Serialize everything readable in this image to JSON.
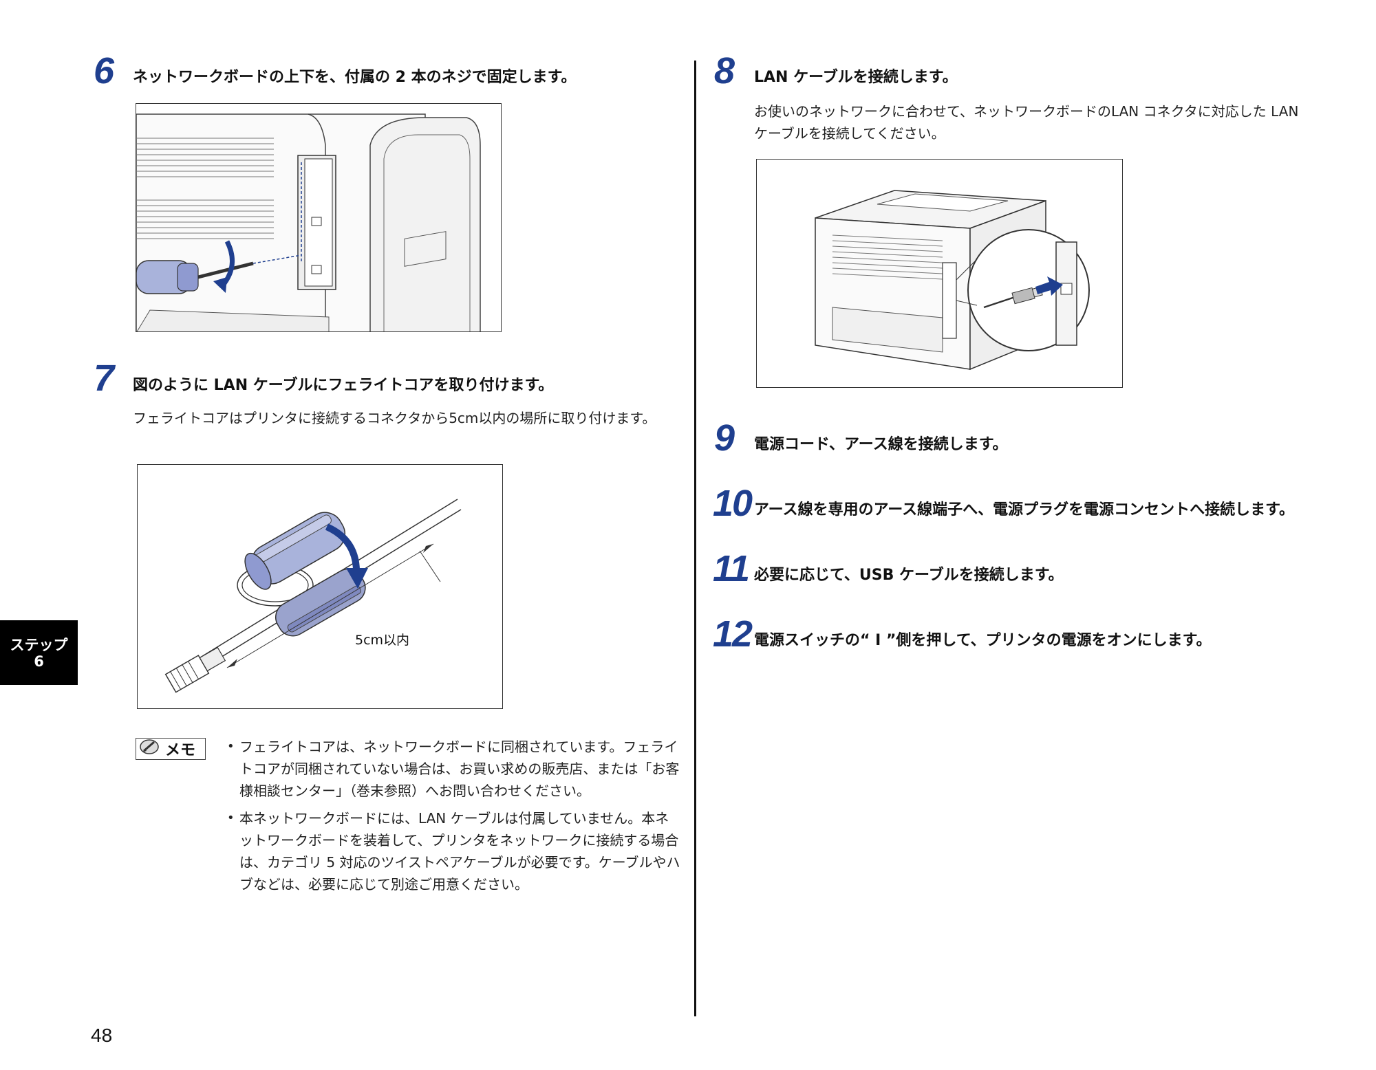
{
  "left": {
    "step6": {
      "num": "6",
      "title": "ネットワークボードの上下を、付属の 2 本のネジで固定します。"
    },
    "step7": {
      "num": "7",
      "title": "図のように LAN ケーブルにフェライトコアを取り付けます。",
      "body": "フェライトコアはプリンタに接続するコネクタから5cm以内の場所に取り付けます。",
      "figure_label": "5cm以内"
    },
    "memo": {
      "label": "メモ",
      "items": [
        "フェライトコアは、ネットワークボードに同梱されています。フェライトコアが同梱されていない場合は、お買い求めの販売店、または「お客様相談センター」（巻末参照）へお問い合わせください。",
        "本ネットワークボードには、LAN ケーブルは付属していません。本ネットワークボードを装着して、プリンタをネットワークに接続する場合は、カテゴリ 5 対応のツイストペアケーブルが必要です。ケーブルやハブなどは、必要に応じて別途ご用意ください。"
      ]
    }
  },
  "right": {
    "step8": {
      "num": "8",
      "title": "LAN ケーブルを接続します。",
      "body": "お使いのネットワークに合わせて、ネットワークボードのLAN コネクタに対応した LAN ケーブルを接続してください。"
    },
    "step9": {
      "num": "9",
      "title": "電源コード、アース線を接続します。"
    },
    "step10": {
      "num": "10",
      "title": "アース線を専用のアース線端子へ、電源プラグを電源コンセントへ接続します。"
    },
    "step11": {
      "num": "11",
      "title": "必要に応じて、USB ケーブルを接続します。"
    },
    "step12": {
      "num": "12",
      "title": "電源スイッチの“ I ”側を押して、プリンタの電源をオンにします。"
    }
  },
  "side_tab": {
    "line1": "ステップ",
    "line2": "6"
  },
  "page_number": "48",
  "colors": {
    "accent": "#1f3f8f",
    "illustration_blue": "#a9b3db",
    "tab_bg": "#000000"
  },
  "icons": {
    "memo": "pencil-icon"
  }
}
